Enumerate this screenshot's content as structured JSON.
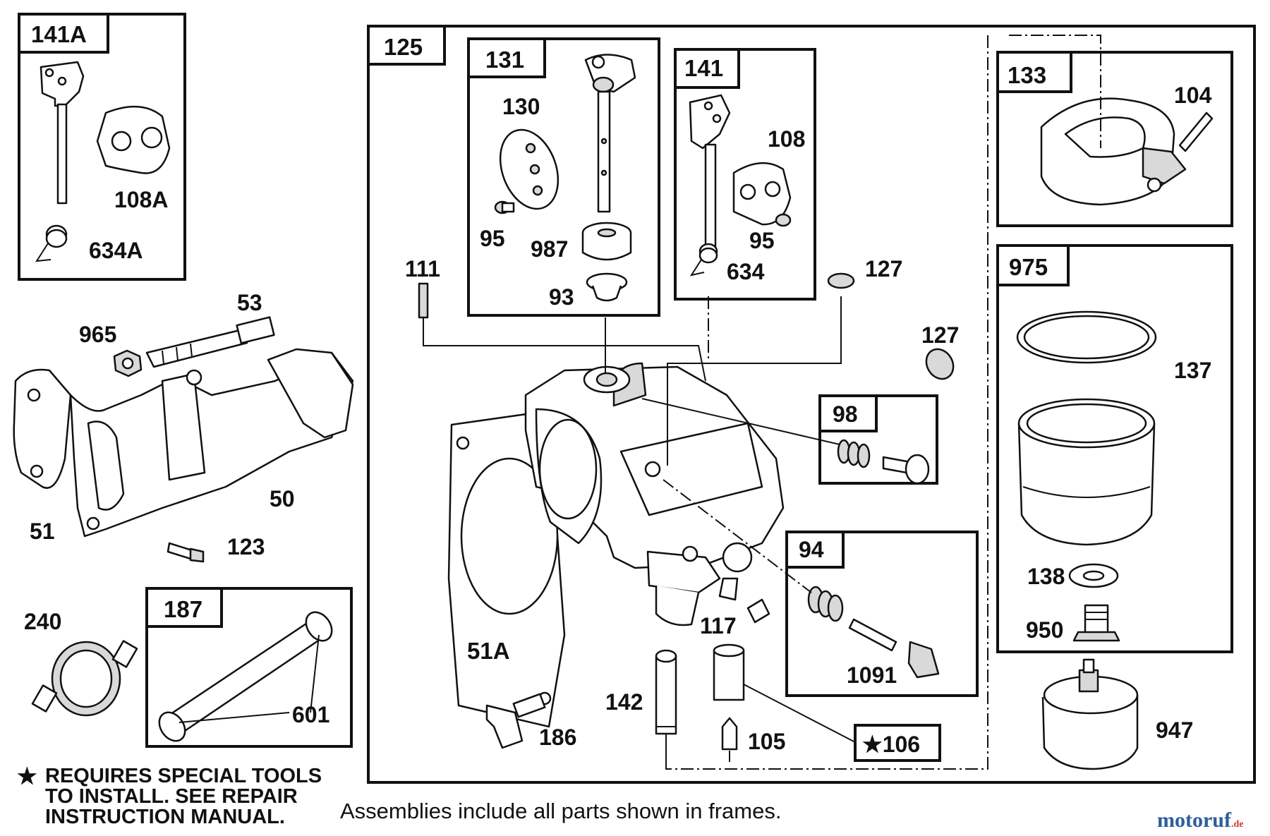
{
  "notes": {
    "star_lines": [
      "REQUIRES SPECIAL TOOLS",
      "TO INSTALL.  SEE REPAIR",
      "INSTRUCTION MANUAL."
    ],
    "star_glyph": "★",
    "assemblies": "Assemblies include all parts shown in frames.",
    "watermark": "motoruf",
    "watermark_suffix": ".de"
  },
  "frames": {
    "f141A": "141A",
    "f125": "125",
    "f131": "131",
    "f141": "141",
    "f133": "133",
    "f975": "975",
    "f98": "98",
    "f94": "94",
    "f187": "187",
    "f106": "★106"
  },
  "labels": {
    "p108A": "108A",
    "p634A": "634A",
    "p53": "53",
    "p965": "965",
    "p50": "50",
    "p51": "51",
    "p123": "123",
    "p240": "240",
    "p601": "601",
    "p130": "130",
    "p95a": "95",
    "p987": "987",
    "p93": "93",
    "p108": "108",
    "p95b": "95",
    "p634": "634",
    "p111": "111",
    "p127a": "127",
    "p127b": "127",
    "p104": "104",
    "p137": "137",
    "p138": "138",
    "p950": "950",
    "p947": "947",
    "p51A": "51A",
    "p117": "117",
    "p1091": "1091",
    "p142": "142",
    "p186": "186",
    "p105": "105"
  }
}
